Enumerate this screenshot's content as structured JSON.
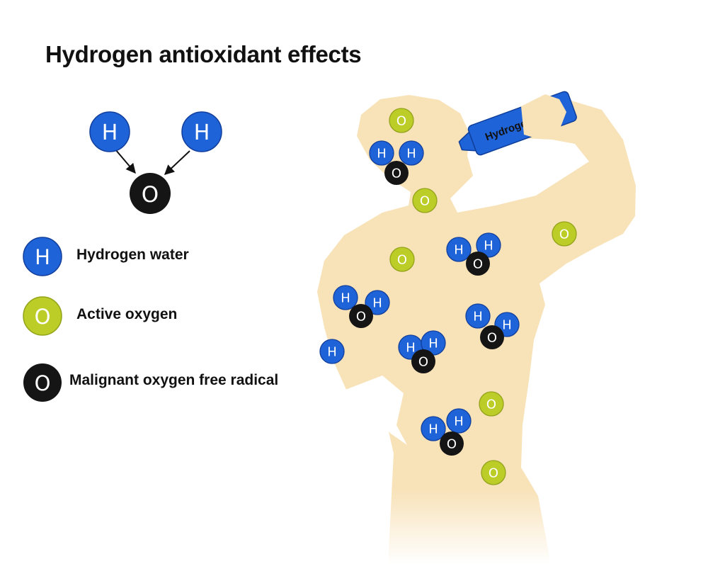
{
  "title": "Hydrogen antioxidant effects",
  "legend": {
    "hydrogen": {
      "symbol": "H",
      "label": "Hydrogen water",
      "color": "#1f63d8"
    },
    "active_oxygen": {
      "symbol": "O",
      "label": "Active oxygen",
      "color": "#bccd28"
    },
    "radical": {
      "symbol": "O",
      "label": "Malignant oxygen free radical",
      "color": "#151515"
    }
  },
  "reaction": {
    "left": "H",
    "right": "H",
    "target": "O"
  },
  "bottle_label": "Hydrogen water",
  "body_color": "#f8e2b8"
}
